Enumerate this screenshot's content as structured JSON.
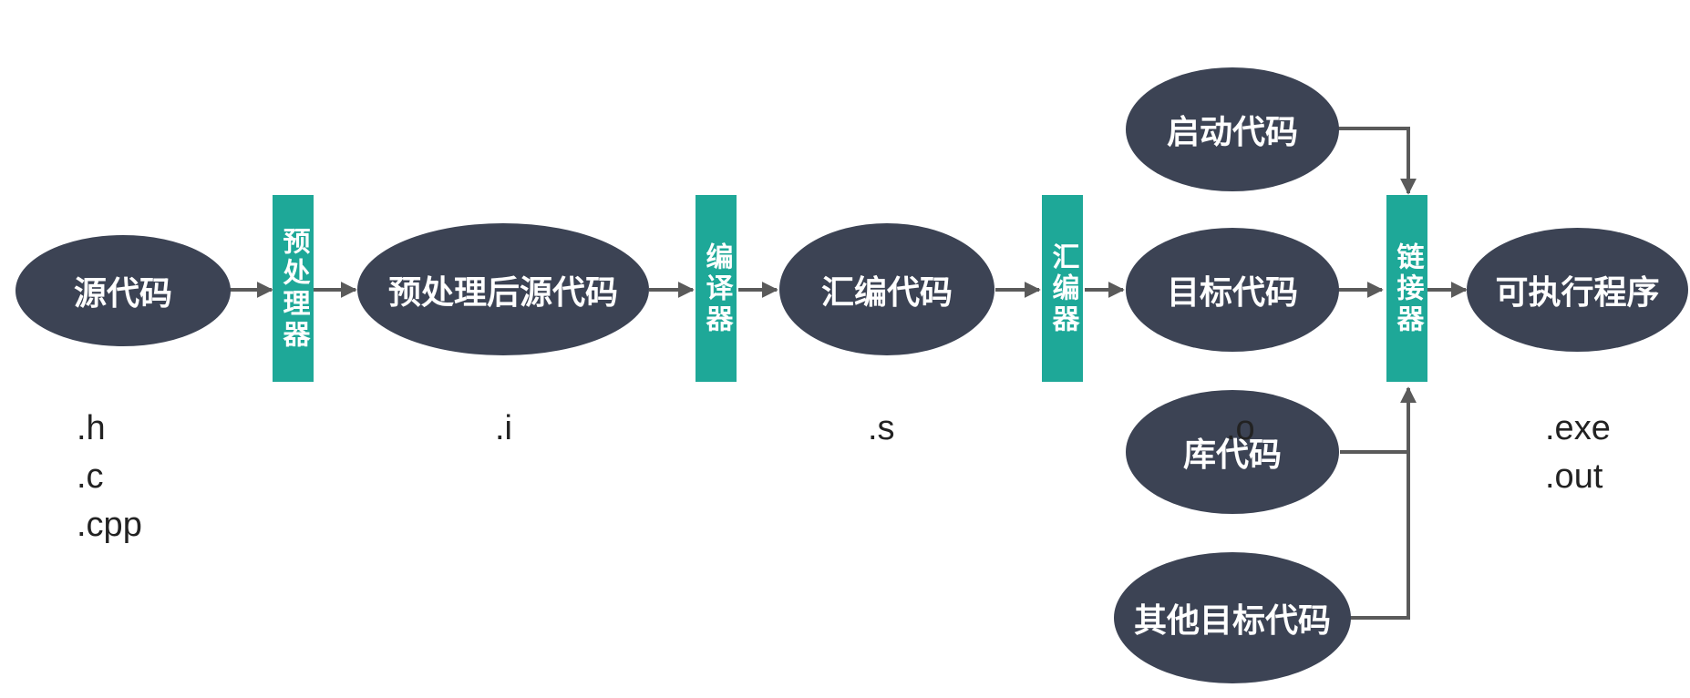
{
  "nodes": {
    "source": "源代码",
    "preprocessed": "预处理后源代码",
    "assembly": "汇编代码",
    "object": "目标代码",
    "startup": "启动代码",
    "library": "库代码",
    "other_object": "其他目标代码",
    "executable": "可执行程序"
  },
  "tools": {
    "preprocessor": "预处理器",
    "compiler": "编译器",
    "assembler": "汇编器",
    "linker": "链接器"
  },
  "extensions": {
    "source": [
      ".h",
      ".c",
      ".cpp"
    ],
    "preprocessed": [
      ".i"
    ],
    "assembly": [
      ".s"
    ],
    "object": [
      ".o"
    ],
    "executable": [
      ".exe",
      ".out"
    ]
  },
  "colors": {
    "node": "#3c4354",
    "tool": "#1ea898",
    "arrow": "#5a5a5a"
  }
}
